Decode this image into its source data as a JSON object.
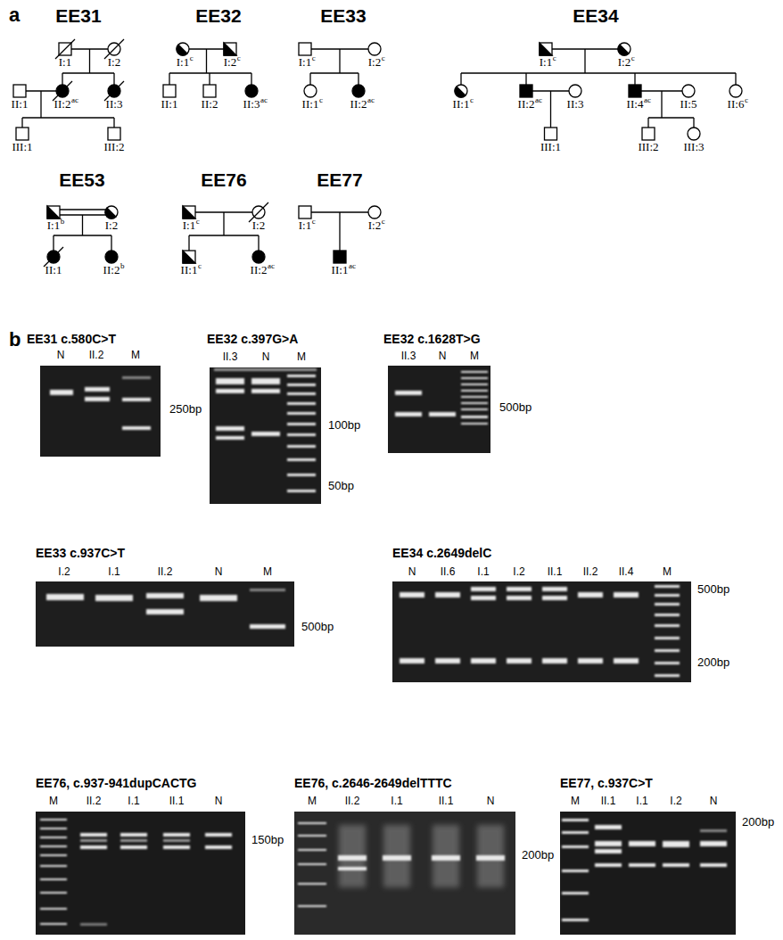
{
  "diagram": {
    "labels": [
      "a",
      "EE31",
      "I:1",
      "I:2",
      "II:1",
      "II:2",
      "ac",
      "II:3",
      "III:1",
      "III:2",
      "EE32",
      "I:1",
      "c",
      "I:2",
      "c",
      "II:1",
      "II:2",
      "II:3",
      "ac",
      "EE33",
      "I:1",
      "c",
      "I:2",
      "c",
      "II:1",
      "c",
      "II:2",
      "ac",
      "EE34",
      "I:1",
      "c",
      "I:2",
      "c",
      "II:1",
      "c",
      "II:2",
      "ac",
      "II:3",
      "II:4",
      "ac",
      "II:5",
      "II:6",
      "c",
      "III:1",
      "III:2",
      "III:3",
      "EE53",
      "I:1",
      "b",
      "I:2",
      "II:1",
      "II:2",
      "b",
      "EE76",
      "I:1",
      "c",
      "I:2",
      "II:1",
      "c",
      "II:2",
      "ac",
      "EE77",
      "I:1",
      "c",
      "I:2",
      "c",
      "II:1",
      "ac",
      "b",
      "EE31 c.580C>T",
      "N",
      "II.2",
      "M",
      "250bp",
      "EE32 c.397G>A",
      "II.3",
      "N",
      "M",
      "100bp",
      "50bp",
      "EE32 c.1628T>G",
      "II.3",
      "N",
      "M",
      "500bp",
      "EE33 c.937C>T",
      "I.2",
      "I.1",
      "II.2",
      "N",
      "M",
      "500bp",
      "EE34 c.2649delC",
      "N",
      "II.6",
      "I.1",
      "I.2",
      "II.1",
      "II.2",
      "II.4",
      "M",
      "500bp",
      "200bp",
      "EE76, c.937-941dupCACTG",
      "M",
      "II.2",
      "I.1",
      "II.1",
      "N",
      "150bp",
      "EE76, c.2646-2649delTTTC",
      "M",
      "II.2",
      "I.1",
      "II.1",
      "N",
      "200bp",
      "EE77, c.937C>T",
      "M",
      "II.1",
      "I.1",
      "I.2",
      "N",
      "200bp"
    ]
  }
}
